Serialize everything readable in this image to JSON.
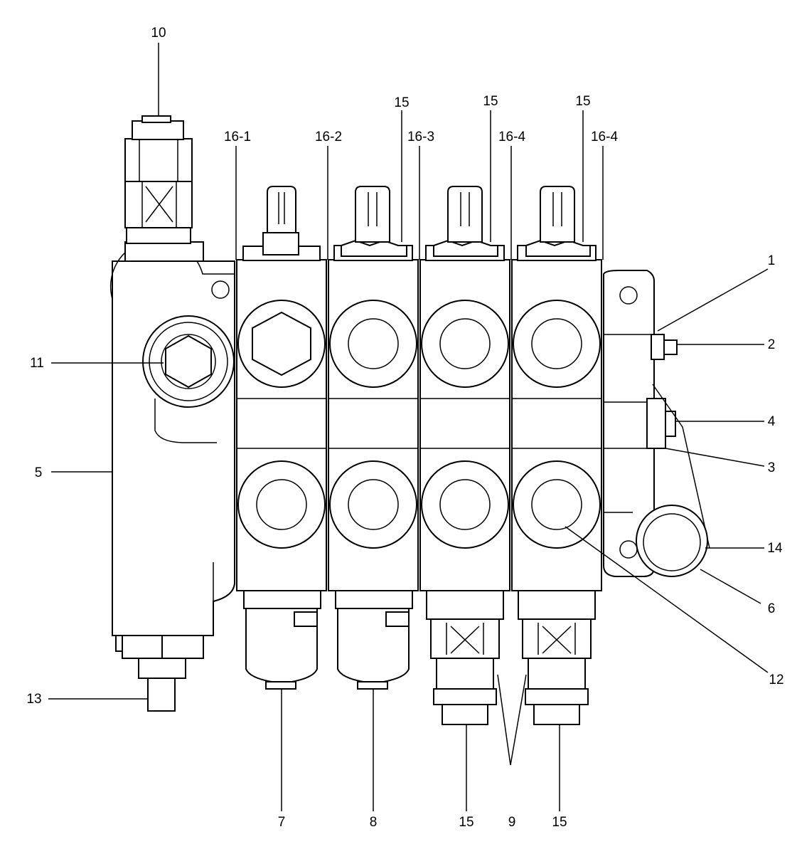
{
  "callouts": {
    "c1": "1",
    "c2": "2",
    "c3": "3",
    "c4": "4",
    "c5": "5",
    "c6": "6",
    "c7": "7",
    "c8": "8",
    "c9": "9",
    "c10": "10",
    "c11": "11",
    "c12": "12",
    "c13": "13",
    "c14": "14",
    "c15a": "15",
    "c15b": "15",
    "c15c": "15",
    "c15d": "15",
    "c15e": "15",
    "c16_1": "16-1",
    "c16_2": "16-2",
    "c16_3": "16-3",
    "c16_4a": "16-4",
    "c16_4b": "16-4"
  },
  "colors": {
    "line": "#000000",
    "background": "#ffffff"
  }
}
